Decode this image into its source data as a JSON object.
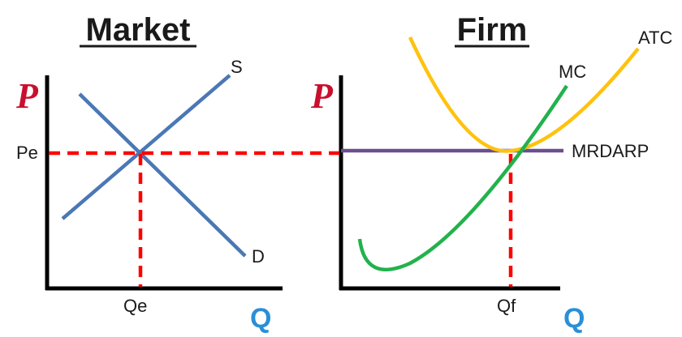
{
  "colors": {
    "axis": "#000000",
    "supply": "#4a78b5",
    "demand": "#4a78b5",
    "guide": "#ff0000",
    "mc": "#22b24c",
    "atc": "#ffc20e",
    "mr": "#6b4f8e",
    "p_icon": "#c8102e",
    "q_icon": "#2a8fd8"
  },
  "icons": {
    "price_axis": "p-icon",
    "quantity_axis": "q-icon"
  },
  "market": {
    "title": "Market",
    "supply_label": "S",
    "demand_label": "D",
    "price_label": "Pe",
    "quantity_label": "Qe",
    "p_glyph": "P",
    "q_glyph": "Q"
  },
  "firm": {
    "title": "Firm",
    "mc_label": "MC",
    "atc_label": "ATC",
    "mr_label": "MRDARP",
    "quantity_label": "Qf",
    "p_glyph": "P",
    "q_glyph": "Q"
  }
}
